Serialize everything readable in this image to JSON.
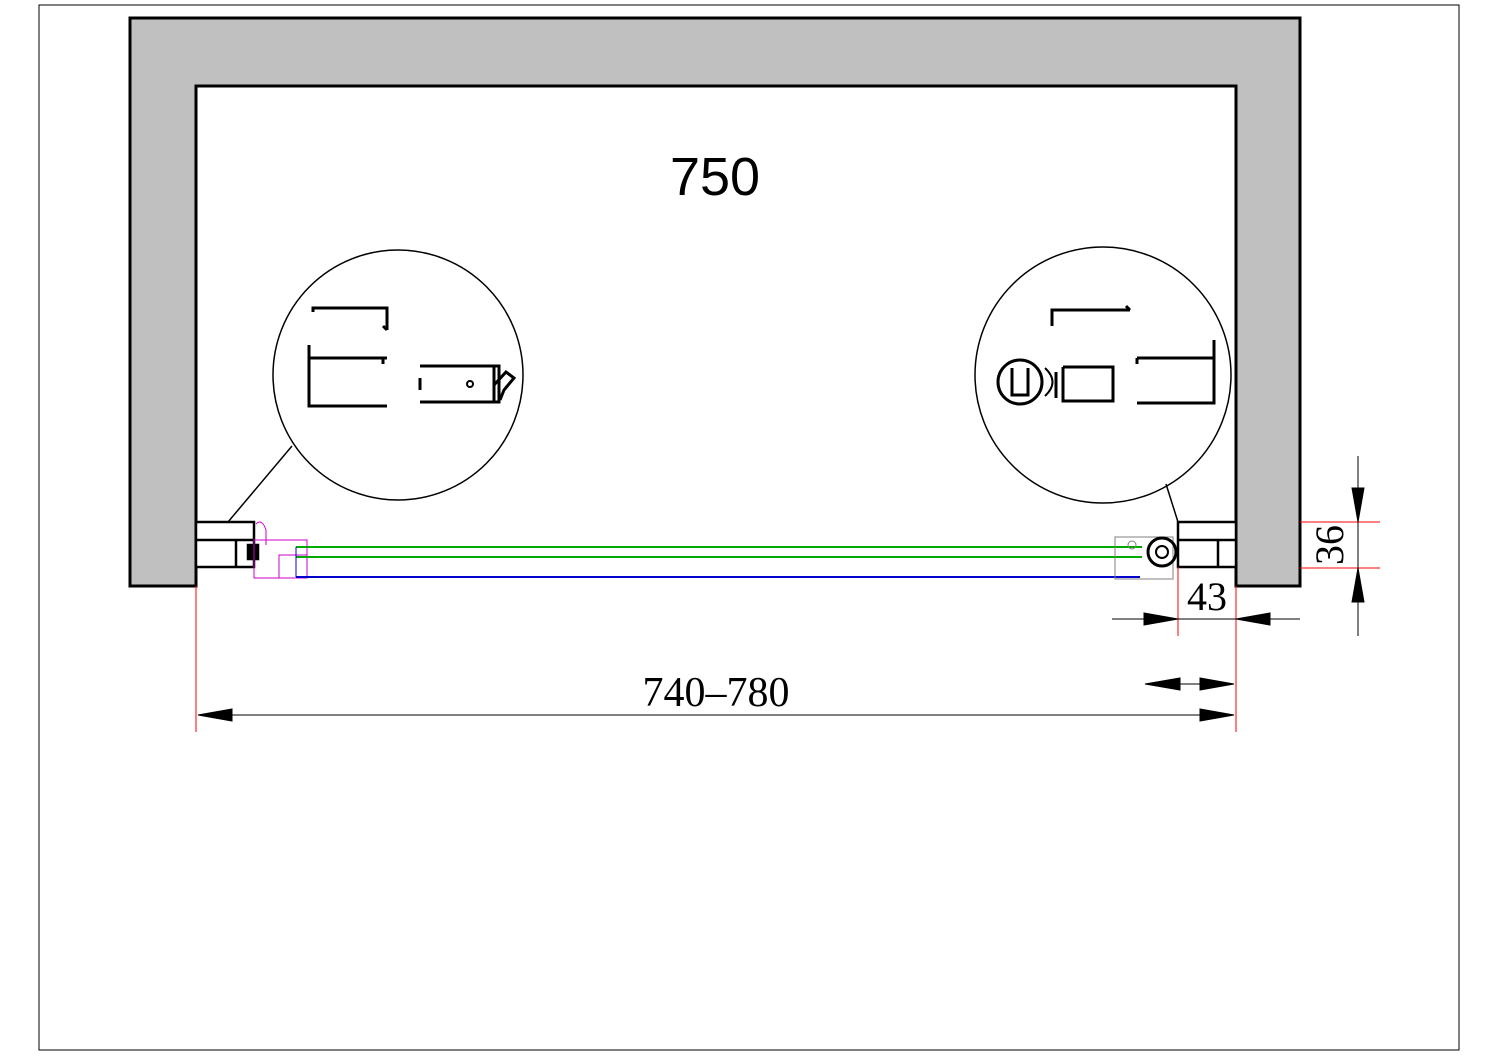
{
  "drawing": {
    "room_width_label": "750",
    "opening_range_label": "740–780",
    "profile_offset_label": "43",
    "profile_depth_label": "36"
  },
  "colors": {
    "wall_fill": "#c0c0c0",
    "glass_line_inner": "#00aa00",
    "glass_line_outer": "#0000cc",
    "hinge_magenta": "#cc00cc",
    "dimension_red": "#ff0000",
    "outline": "#000000"
  }
}
